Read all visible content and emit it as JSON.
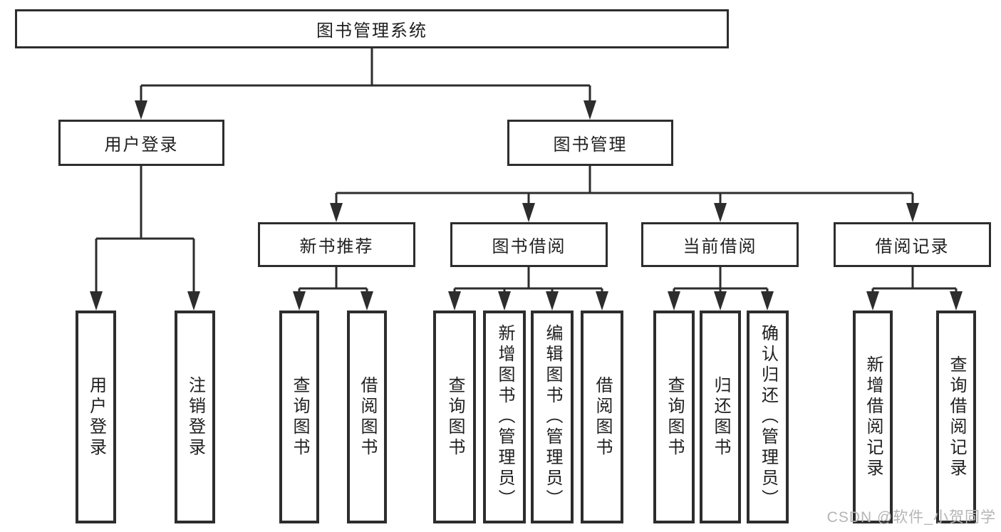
{
  "diagram_title": "图书管理系统",
  "tree": {
    "label": "图书管理系统",
    "children": [
      {
        "label": "用户登录",
        "children": [
          {
            "label": "用户登录"
          },
          {
            "label": "注销登录"
          }
        ]
      },
      {
        "label": "图书管理",
        "children": [
          {
            "label": "新书推荐",
            "children": [
              {
                "label": "查询图书"
              },
              {
                "label": "借阅图书"
              }
            ]
          },
          {
            "label": "图书借阅",
            "children": [
              {
                "label": "查询图书"
              },
              {
                "label": "新增图书（管理员）"
              },
              {
                "label": "编辑图书（管理员）"
              },
              {
                "label": "借阅图书"
              }
            ]
          },
          {
            "label": "当前借阅",
            "children": [
              {
                "label": "查询图书"
              },
              {
                "label": "归还图书"
              },
              {
                "label": "确认归还（管理员）"
              }
            ]
          },
          {
            "label": "借阅记录",
            "children": [
              {
                "label": "新增借阅记录"
              },
              {
                "label": "查询借阅记录"
              }
            ]
          }
        ]
      }
    ]
  },
  "watermark": "CSDN @软件_小贺同学",
  "colors": {
    "line": "#2d2d2d",
    "text": "#1f1f1f",
    "watermark": "#b5b5b5",
    "background": "#ffffff"
  }
}
